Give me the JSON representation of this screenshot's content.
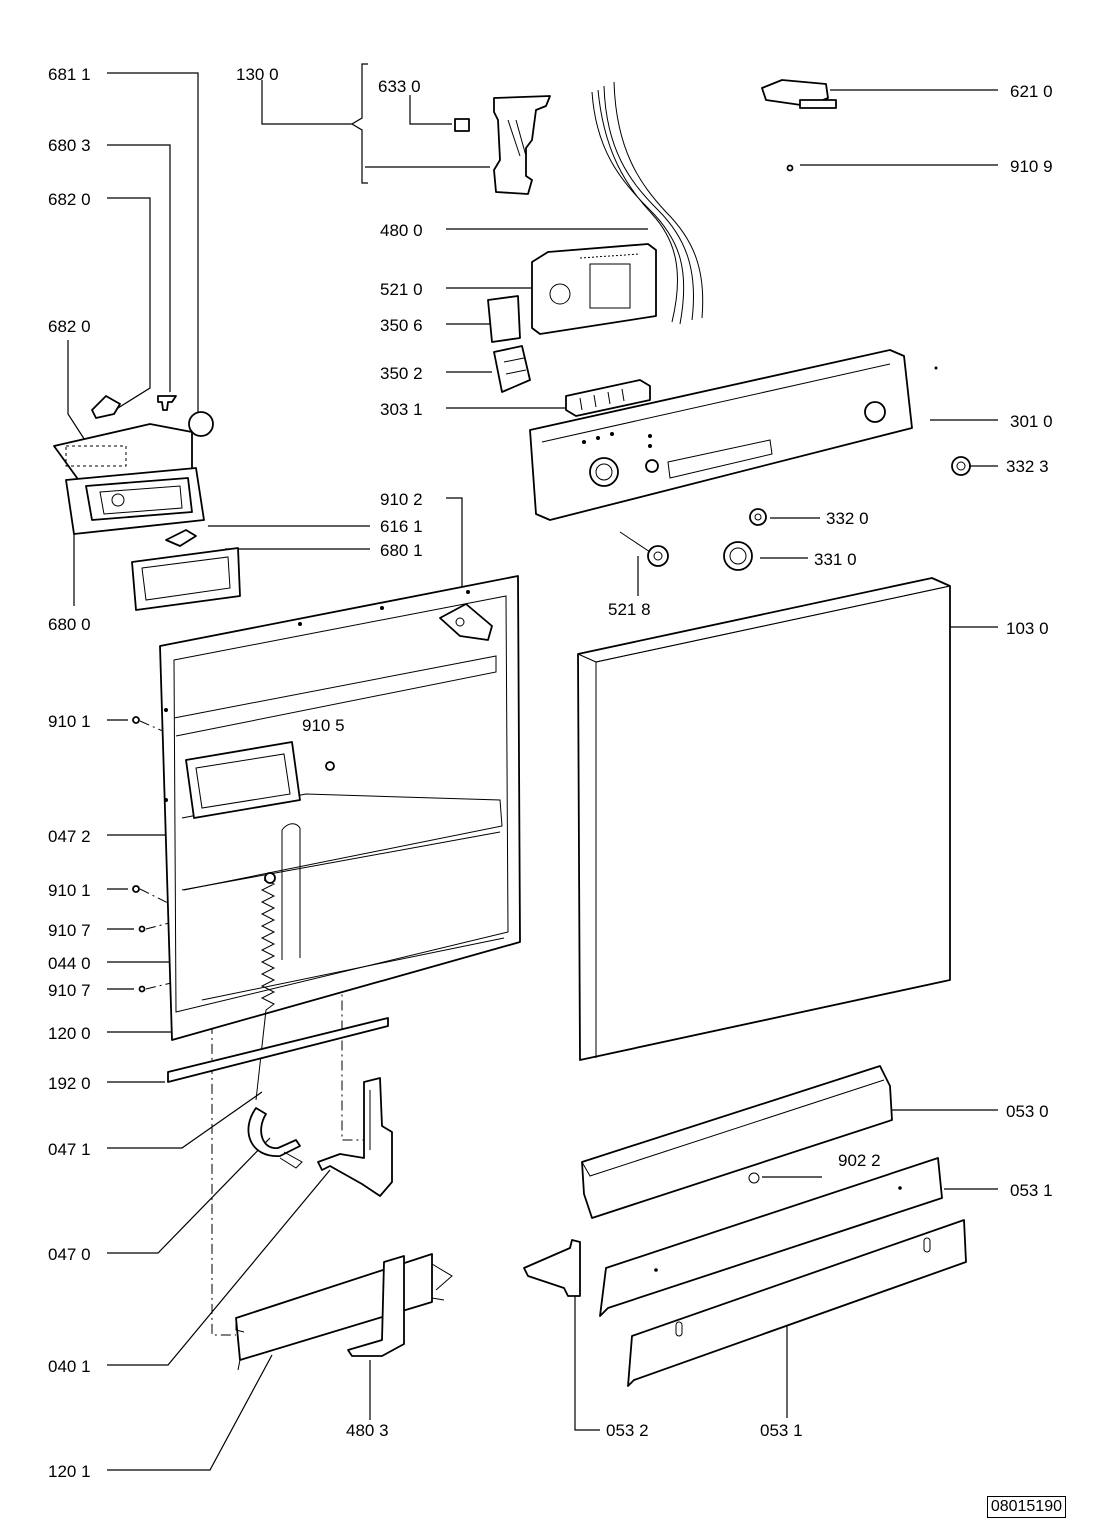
{
  "labels": {
    "l6811": "681 1",
    "l1300": "130 0",
    "l6330": "633 0",
    "l6210": "621 0",
    "l6803": "680 3",
    "l9109": "910 9",
    "l6820a": "682 0",
    "l4800": "480 0",
    "l5210": "521 0",
    "l6820b": "682 0",
    "l3506": "350 6",
    "l3502": "350 2",
    "l3031": "303 1",
    "l3010": "301 0",
    "l3323": "332 3",
    "l9102": "910 2",
    "l6161": "616 1",
    "l3320": "332 0",
    "l6801": "680 1",
    "l3310": "331 0",
    "l6800": "680 0",
    "l5218": "521 8",
    "l1030": "103 0",
    "l9101a": "910 1",
    "l9105": "910 5",
    "l0472": "047 2",
    "l9101b": "910 1",
    "l9107a": "910 7",
    "l0440": "044 0",
    "l9107b": "910 7",
    "l1200": "120 0",
    "l1920": "192 0",
    "l0530": "053 0",
    "l0471": "047 1",
    "l9022": "902 2",
    "l0531a": "053 1",
    "l0470": "047 0",
    "l0401": "040 1",
    "l4803": "480 3",
    "l0532": "053 2",
    "l0531b": "053 1",
    "l1201": "120 1"
  },
  "document_number": "08015190"
}
